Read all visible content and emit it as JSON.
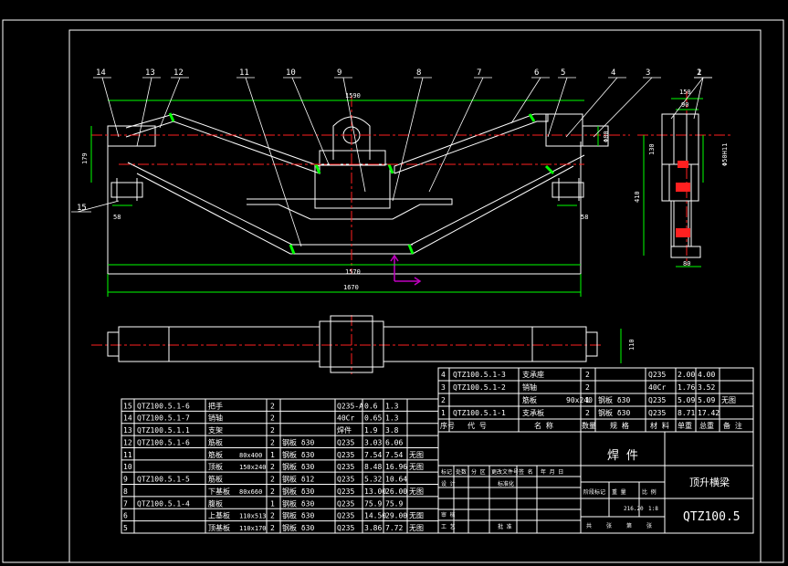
{
  "drawing": {
    "part_callouts": [
      "14",
      "13",
      "12",
      "11",
      "10",
      "9",
      "8",
      "7",
      "6",
      "5",
      "4",
      "3",
      "2",
      "1"
    ],
    "callout_15": "15",
    "dimensions": {
      "top_overall": "1590",
      "side_height": "179",
      "small_left": "58",
      "small_right": "58",
      "inner_span": "1570",
      "overall_span": "1670",
      "pin_dia": "Φ80",
      "plan_width": "110",
      "side_width_top": "150",
      "side_inner": "90",
      "side_height_upper": "130",
      "side_total_height": "410",
      "side_bottom": "80",
      "side_dia": "Φ50H11"
    }
  },
  "parts_upper": [
    {
      "no": "4",
      "code": "QTZ100.5.1-3",
      "name": "支承座",
      "qty": "2",
      "spec": "",
      "material": "Q235",
      "unit": "2.00",
      "total": "4.00",
      "note": ""
    },
    {
      "no": "3",
      "code": "QTZ100.5.1-2",
      "name": "销轴",
      "qty": "2",
      "spec": "",
      "material": "40Cr",
      "unit": "1.76",
      "total": "3.52",
      "note": ""
    },
    {
      "no": "2",
      "code": "",
      "name": "筋板",
      "qty": "1",
      "spec": "90x240",
      "extra": "钢板 δ30",
      "material": "Q235",
      "unit": "5.09",
      "total": "5.09",
      "note": "无图"
    },
    {
      "no": "1",
      "code": "QTZ100.5.1-1",
      "name": "支承板",
      "qty": "2",
      "spec": "",
      "extra": "钢板 δ30",
      "material": "Q235",
      "unit": "8.71",
      "total": "17.42",
      "note": ""
    }
  ],
  "parts_upper_header": {
    "no": "序号",
    "code": "代 号",
    "name": "名 称",
    "qty": "数量",
    "spec": "规 格",
    "material": "材 料",
    "unit": "单重",
    "total": "总重",
    "note": "备 注"
  },
  "parts_lower": [
    {
      "no": "15",
      "code": "QTZ100.5.1-6",
      "name": "把手",
      "qty": "2",
      "spec": "",
      "material": "Q235-A",
      "unit": "0.6",
      "total": "1.3",
      "note": ""
    },
    {
      "no": "14",
      "code": "QTZ100.5.1-7",
      "name": "销轴",
      "qty": "2",
      "spec": "",
      "material": "40Cr",
      "unit": "0.65",
      "total": "1.3",
      "note": ""
    },
    {
      "no": "13",
      "code": "QTZ100.5.1.1",
      "name": "支架",
      "qty": "2",
      "spec": "",
      "material": "焊件",
      "unit": "1.9",
      "total": "3.8",
      "note": ""
    },
    {
      "no": "12",
      "code": "QTZ100.5.1-6",
      "name": "筋板",
      "qty": "2",
      "spec": "钢板 δ30",
      "material": "Q235",
      "unit": "3.03",
      "total": "6.06",
      "note": ""
    },
    {
      "no": "11",
      "code": "",
      "name": "筋板",
      "size": "80x400",
      "qty": "1",
      "spec": "钢板 δ30",
      "material": "Q235",
      "unit": "7.54",
      "total": "7.54",
      "note": "无图"
    },
    {
      "no": "10",
      "code": "",
      "name": "顶板",
      "size": "150x240",
      "qty": "2",
      "spec": "钢板 δ30",
      "material": "Q235",
      "unit": "8.48",
      "total": "16.96",
      "note": "无图"
    },
    {
      "no": "9",
      "code": "QTZ100.5.1-5",
      "name": "筋板",
      "qty": "2",
      "spec": "钢板 δ12",
      "material": "Q235",
      "unit": "5.32",
      "total": "10.64",
      "note": ""
    },
    {
      "no": "8",
      "code": "",
      "name": "下基板",
      "size": "80x660",
      "qty": "2",
      "spec": "钢板 δ30",
      "material": "Q235",
      "unit": "13.00",
      "total": "26.00",
      "note": "无图"
    },
    {
      "no": "7",
      "code": "QTZ100.5.1-4",
      "name": "腹板",
      "qty": "1",
      "spec": "钢板 δ30",
      "material": "Q235",
      "unit": "75.9",
      "total": "75.9",
      "note": ""
    },
    {
      "no": "6",
      "code": "",
      "name": "上基板",
      "size": "110x513",
      "qty": "2",
      "spec": "钢板 δ30",
      "material": "Q235",
      "unit": "14.50",
      "total": "29.00",
      "note": "无图"
    },
    {
      "no": "5",
      "code": "",
      "name": "顶基板",
      "size": "110x170",
      "qty": "2",
      "spec": "钢板 δ30",
      "material": "Q235",
      "unit": "3.86",
      "total": "7.72",
      "note": "无图"
    }
  ],
  "title_block": {
    "type": "焊 件",
    "drawing_name": "顶升横梁",
    "drawing_no": "QTZ100.5",
    "scale": "1:8",
    "weight": "216.20",
    "row_labels": [
      "标记",
      "处数",
      "分 区",
      "更改文件号",
      "签 名",
      "年 月 日"
    ],
    "design": "设 计",
    "standard": "标准化",
    "stage_labels": [
      "阶段标记",
      "重 量",
      "比 例"
    ],
    "review": "审 核",
    "craft": "工 艺",
    "approve": "批 准",
    "sheet_labels": [
      "共",
      "张",
      "第",
      "张"
    ]
  },
  "colors": {
    "background": "#000000",
    "line": "#ffffff",
    "center": "#ff2020",
    "dim": "#00ff00",
    "weld": "#00ff00",
    "axis": "#c000c0"
  }
}
